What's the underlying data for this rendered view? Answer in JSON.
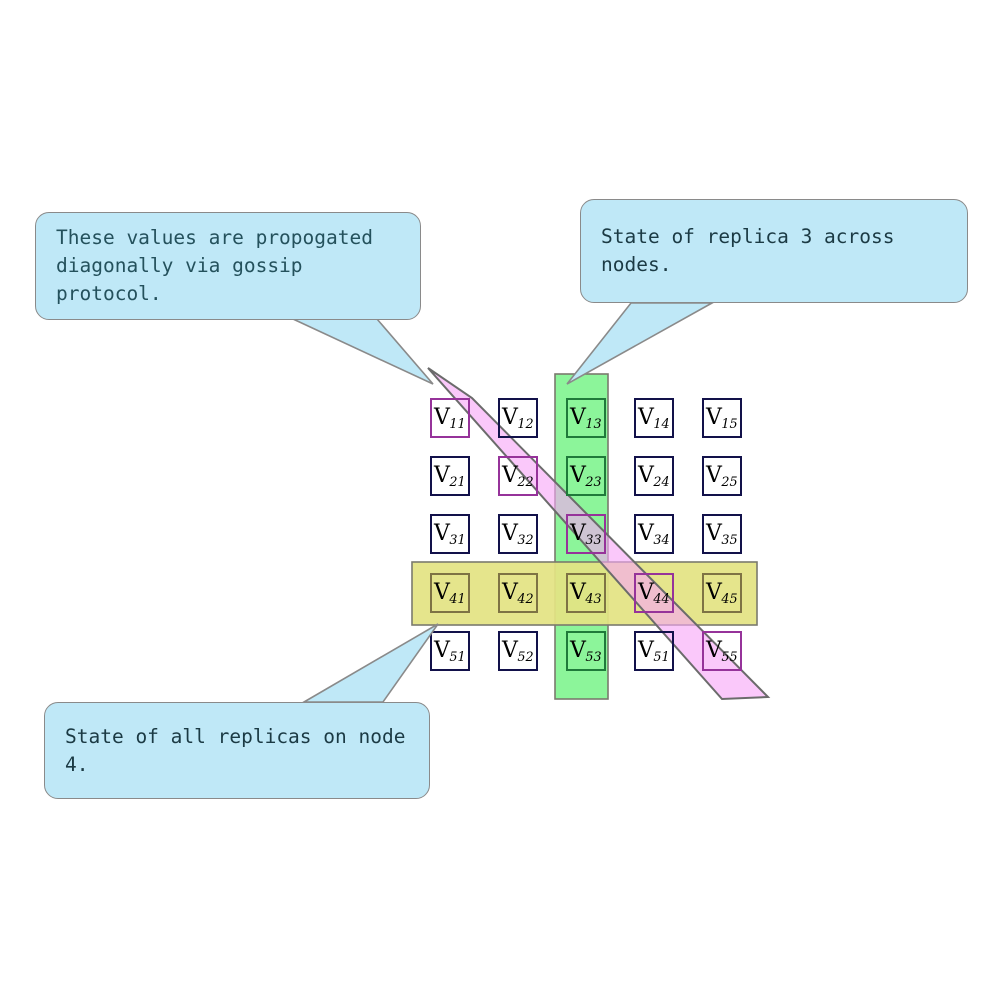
{
  "diagram": {
    "title": "Replica state grid with gossip diagonal",
    "background": "#ffffff"
  },
  "callouts": [
    {
      "id": "gossip",
      "name": "callout-gossip-protocol",
      "text": "These values are propogated\ndiagonally via gossip protocol.",
      "fill": "#bfe8f7",
      "stroke": "#8a8a8a",
      "points_to": "V11"
    },
    {
      "id": "replica",
      "name": "callout-replica-3",
      "text": "State of replica 3 across nodes.",
      "fill": "#bfe8f7",
      "stroke": "#8a8a8a",
      "points_to": "V13"
    },
    {
      "id": "node",
      "name": "callout-node-4",
      "text": "State of all replicas on node 4.",
      "fill": "#bfe8f7",
      "stroke": "#8a8a8a",
      "points_to": "V41"
    }
  ],
  "bands": {
    "column": {
      "label": "replica-3-column-band",
      "fill": "#8cf59a",
      "stroke": "#7a7a6e",
      "covers_column": 3
    },
    "row": {
      "label": "node-4-row-band",
      "fill": "#e3e383",
      "stroke": "#7a7a6e",
      "covers_row": 4
    },
    "diagonal": {
      "label": "gossip-diagonal-band",
      "fill": "#f7a6f7",
      "stroke": "#6b6b6b",
      "covers_cells": [
        "V11",
        "V22",
        "V33",
        "V44",
        "V55"
      ]
    }
  },
  "grid": {
    "rows": 5,
    "cols": 5,
    "cell_border": "#12114a",
    "labels": [
      [
        "V11",
        "V12",
        "V13",
        "V14",
        "V15"
      ],
      [
        "V21",
        "V22",
        "V23",
        "V24",
        "V25"
      ],
      [
        "V31",
        "V32",
        "V33",
        "V34",
        "V35"
      ],
      [
        "V41",
        "V42",
        "V43",
        "V44",
        "V45"
      ],
      [
        "V51",
        "V52",
        "V53",
        "V51",
        "V55"
      ]
    ],
    "cells": [
      {
        "base": "V",
        "sub": "11",
        "row": 1,
        "col": 1,
        "bands": [
          "diagonal"
        ]
      },
      {
        "base": "V",
        "sub": "12",
        "row": 1,
        "col": 2,
        "bands": []
      },
      {
        "base": "V",
        "sub": "13",
        "row": 1,
        "col": 3,
        "bands": [
          "column"
        ]
      },
      {
        "base": "V",
        "sub": "14",
        "row": 1,
        "col": 4,
        "bands": []
      },
      {
        "base": "V",
        "sub": "15",
        "row": 1,
        "col": 5,
        "bands": []
      },
      {
        "base": "V",
        "sub": "21",
        "row": 2,
        "col": 1,
        "bands": []
      },
      {
        "base": "V",
        "sub": "22",
        "row": 2,
        "col": 2,
        "bands": [
          "diagonal"
        ]
      },
      {
        "base": "V",
        "sub": "23",
        "row": 2,
        "col": 3,
        "bands": [
          "column"
        ]
      },
      {
        "base": "V",
        "sub": "24",
        "row": 2,
        "col": 4,
        "bands": []
      },
      {
        "base": "V",
        "sub": "25",
        "row": 2,
        "col": 5,
        "bands": []
      },
      {
        "base": "V",
        "sub": "31",
        "row": 3,
        "col": 1,
        "bands": []
      },
      {
        "base": "V",
        "sub": "32",
        "row": 3,
        "col": 2,
        "bands": []
      },
      {
        "base": "V",
        "sub": "33",
        "row": 3,
        "col": 3,
        "bands": [
          "column",
          "diagonal"
        ]
      },
      {
        "base": "V",
        "sub": "34",
        "row": 3,
        "col": 4,
        "bands": []
      },
      {
        "base": "V",
        "sub": "35",
        "row": 3,
        "col": 5,
        "bands": []
      },
      {
        "base": "V",
        "sub": "41",
        "row": 4,
        "col": 1,
        "bands": [
          "row"
        ]
      },
      {
        "base": "V",
        "sub": "42",
        "row": 4,
        "col": 2,
        "bands": [
          "row"
        ]
      },
      {
        "base": "V",
        "sub": "43",
        "row": 4,
        "col": 3,
        "bands": [
          "row",
          "column"
        ]
      },
      {
        "base": "V",
        "sub": "44",
        "row": 4,
        "col": 4,
        "bands": [
          "row",
          "diagonal"
        ]
      },
      {
        "base": "V",
        "sub": "45",
        "row": 4,
        "col": 5,
        "bands": [
          "row"
        ]
      },
      {
        "base": "V",
        "sub": "51",
        "row": 5,
        "col": 1,
        "bands": []
      },
      {
        "base": "V",
        "sub": "52",
        "row": 5,
        "col": 2,
        "bands": []
      },
      {
        "base": "V",
        "sub": "53",
        "row": 5,
        "col": 3,
        "bands": [
          "column"
        ]
      },
      {
        "base": "V",
        "sub": "51",
        "row": 5,
        "col": 4,
        "bands": []
      },
      {
        "base": "V",
        "sub": "55",
        "row": 5,
        "col": 5,
        "bands": [
          "diagonal"
        ]
      }
    ]
  }
}
